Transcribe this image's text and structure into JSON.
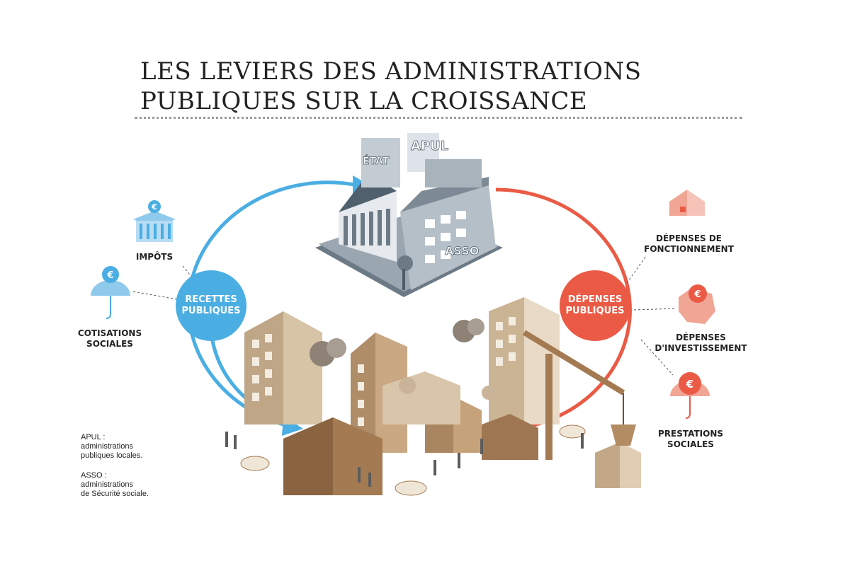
{
  "title": {
    "line1": "LES LEVIERS DES ADMINISTRATIONS",
    "line2": "PUBLIQUES SUR LA CROISSANCE"
  },
  "recettes": {
    "line1": "RECETTES",
    "line2": "PUBLIQUES",
    "color": "#4aaee3"
  },
  "depenses": {
    "line1": "DÉPENSES",
    "line2": "PUBLIQUES",
    "color": "#ea5a45"
  },
  "left_items": [
    {
      "label1": "IMPÔTS",
      "label2": "",
      "icon": "bank-icon"
    },
    {
      "label1": "COTISATIONS",
      "label2": "SOCIALES",
      "icon": "euro-umbrella-icon"
    }
  ],
  "right_items": [
    {
      "label1": "DÉPENSES DE",
      "label2": "FONCTIONNEMENT",
      "icon": "house-icon"
    },
    {
      "label1": "DÉPENSES",
      "label2": "D'INVESTISSEMENT",
      "icon": "france-euro-icon"
    },
    {
      "label1": "PRESTATIONS",
      "label2": "SOCIALES",
      "icon": "euro-umbrella-icon"
    }
  ],
  "building_signs": {
    "apul": "APUL",
    "etat": "ÉTAT",
    "asso": "ASSO"
  },
  "notes": {
    "apul_abbr": "APUL :",
    "apul_l1": "administrations",
    "apul_l2": "publiques locales.",
    "asso_abbr": "ASSO :",
    "asso_l1": "administrations",
    "asso_l2": "de Sécurité sociale."
  }
}
